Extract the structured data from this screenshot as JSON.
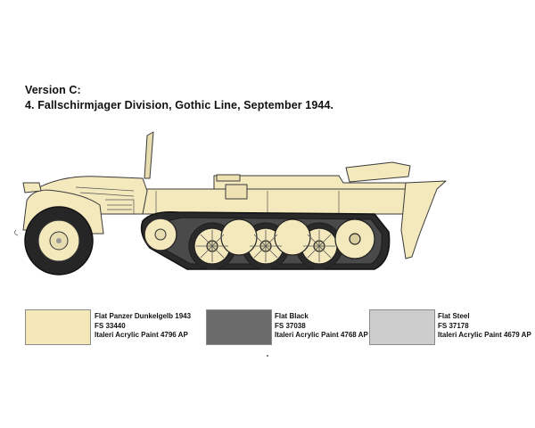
{
  "heading": {
    "version": "Version C:",
    "subtitle": "4. Fallschirmjager Division,  Gothic Line, September 1944."
  },
  "illustration": {
    "subject": "half-track-vehicle-side-view",
    "body_color": "#f4e9bd",
    "line_color": "#3a3a3a",
    "track_color": "#1d1d1d"
  },
  "paints": [
    {
      "name": "Flat Panzer Dunkelgelb 1943",
      "fs": "FS 33440",
      "product": "Italeri Acrylic Paint 4796 AP",
      "color": "#f5e8b8"
    },
    {
      "name": "Flat Black",
      "fs": "FS 37038",
      "product": "Italeri Acrylic Paint 4768 AP",
      "color": "#6b6b6b"
    },
    {
      "name": "Flat Steel",
      "fs": "FS 37178",
      "product": "Italeri Acrylic Paint 4679 AP",
      "color": "#cdcdcd"
    }
  ]
}
